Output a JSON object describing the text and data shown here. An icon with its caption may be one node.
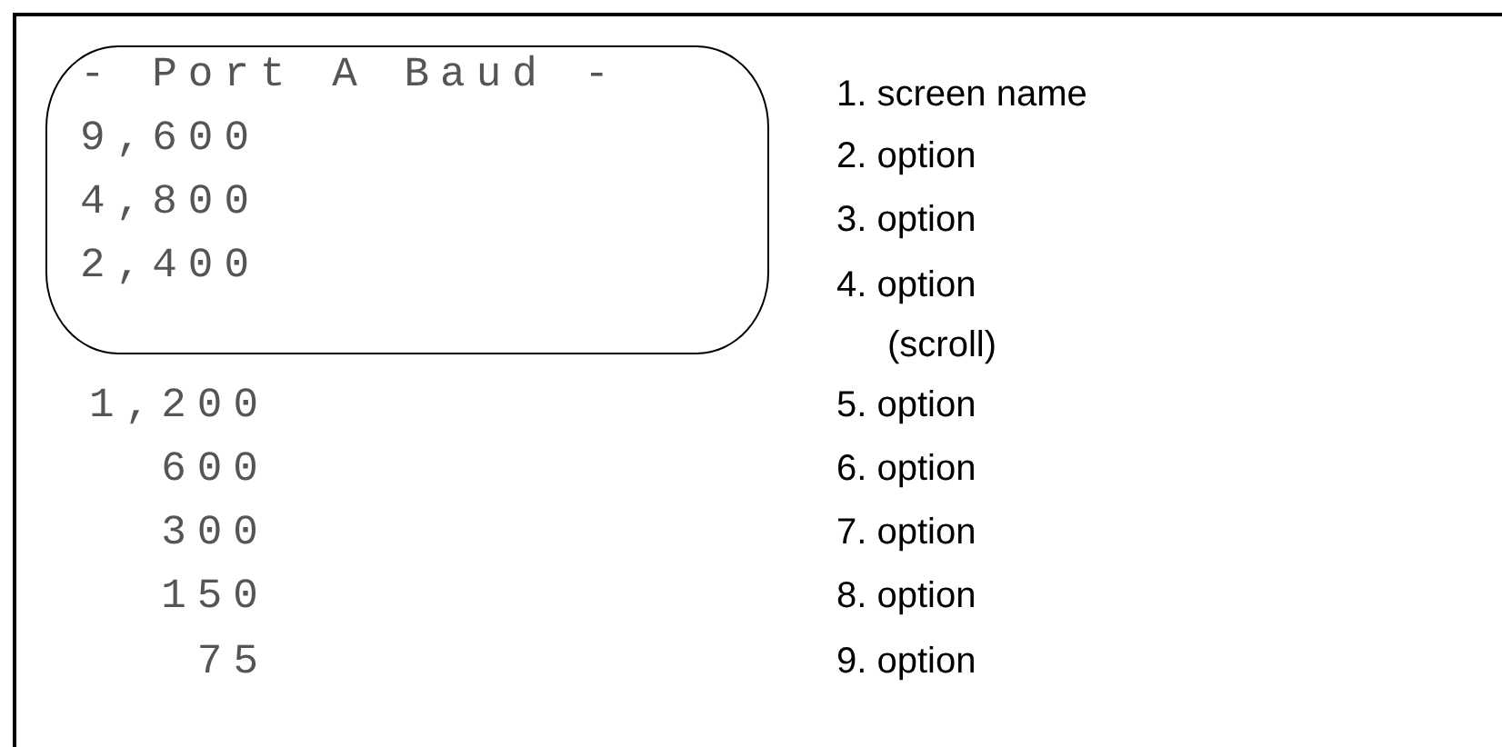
{
  "diagram": {
    "nodes": [
      {
        "text": [
          "- Port A Baud -",
          "9,600",
          "4,800",
          "2,400"
        ]
      }
    ],
    "edges": [],
    "labels": [
      "1,200",
      "600",
      "300",
      "150",
      "75",
      "1. screen name",
      "2. option",
      "3. option",
      "4. option",
      "(scroll)",
      "5. option",
      "6. option",
      "7. option",
      "8. option",
      "9. option"
    ]
  }
}
